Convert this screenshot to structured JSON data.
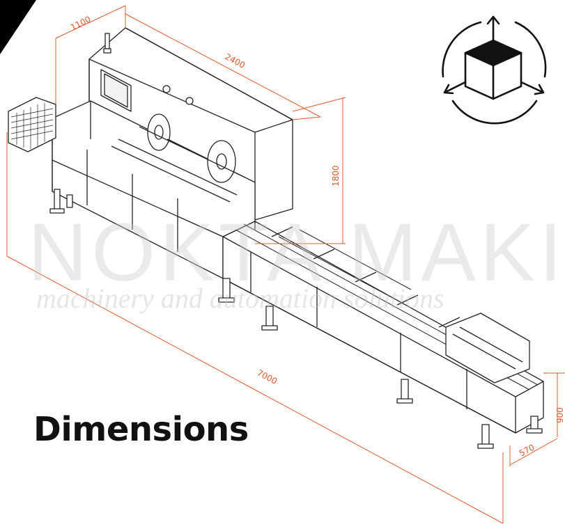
{
  "title": "Dimensions",
  "watermark": {
    "brand": "NOKTA MAKINA",
    "tagline": "machinery and automation solutions"
  },
  "dimensions": {
    "width": "1100",
    "depth": "2400",
    "height": "1800",
    "length": "7000",
    "conveyor_height": "900",
    "conveyor_width": "570"
  },
  "icon": "3d-box-dimensions-icon",
  "colors": {
    "dimension_lines": "#e2582c",
    "drawing": "#111111",
    "watermark": "#c8c8c8"
  }
}
